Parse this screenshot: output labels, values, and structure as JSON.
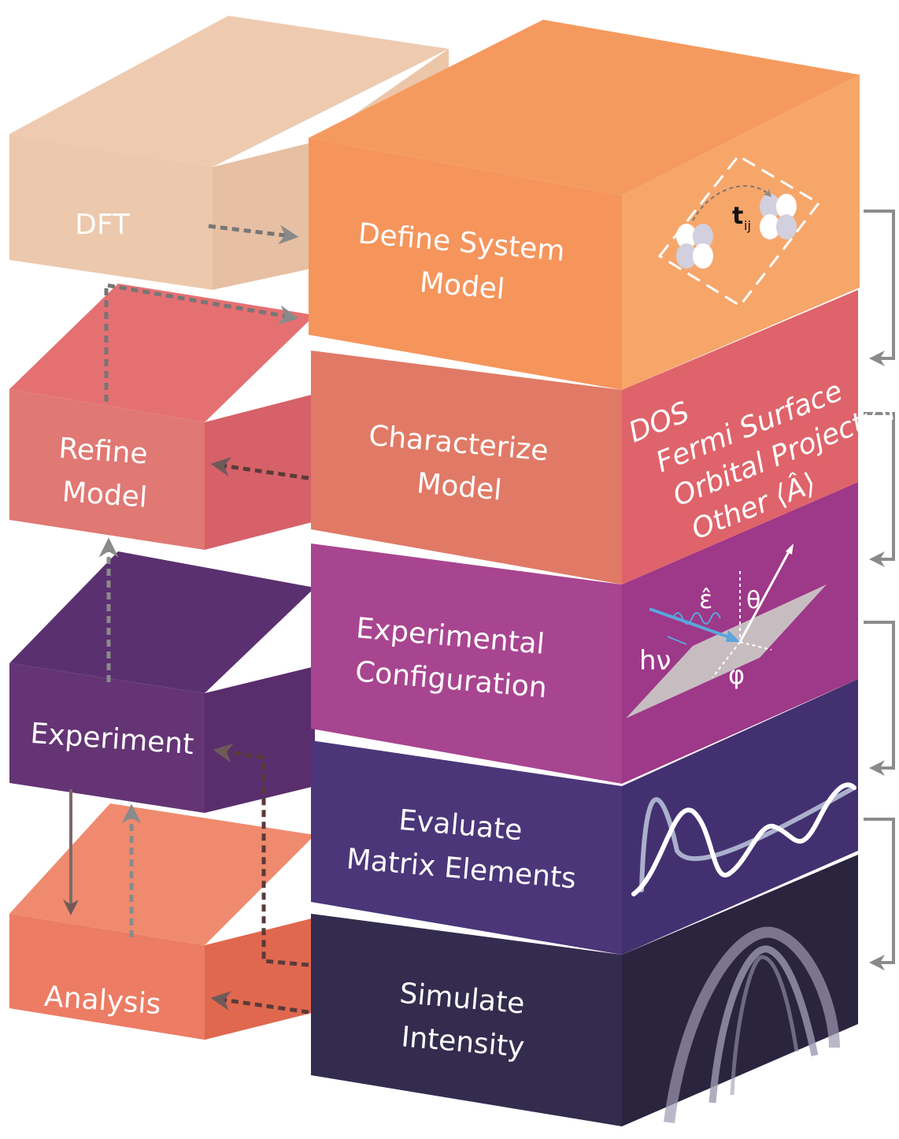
{
  "diagram": {
    "right_stack": [
      {
        "id": "define",
        "lines": [
          "Define System",
          "Model"
        ]
      },
      {
        "id": "characterize",
        "lines": [
          "Characterize",
          "Model"
        ]
      },
      {
        "id": "experimental",
        "lines": [
          "Experimental",
          "Configuration"
        ]
      },
      {
        "id": "evaluate",
        "lines": [
          "Evaluate",
          "Matrix Elements"
        ]
      },
      {
        "id": "simulate",
        "lines": [
          "Simulate",
          "Intensity"
        ]
      }
    ],
    "left_stack": [
      {
        "id": "dft",
        "lines": [
          "DFT"
        ]
      },
      {
        "id": "refine",
        "lines": [
          "Refine",
          "Model"
        ]
      },
      {
        "id": "experiment",
        "lines": [
          "Experiment"
        ]
      },
      {
        "id": "analysis",
        "lines": [
          "Analysis"
        ]
      }
    ],
    "observables": [
      "DOS",
      "Fermi Surface",
      "Orbital Projection",
      "Other ⟨Â⟩"
    ],
    "symbols": {
      "hopping": "t",
      "hopping_sub": "ij",
      "polarization": "ε̂",
      "theta": "θ",
      "phi": "φ",
      "photon": "hν"
    },
    "colors": {
      "define": "#f5955c",
      "characterize": "#e0706a",
      "experimental": "#a84590",
      "evaluate": "#4b3578",
      "simulate": "#332b4c",
      "dft": "#eab899",
      "refine": "#e07272",
      "experiment": "#653475",
      "analysis": "#ec7c64",
      "arrow": "#767676"
    }
  }
}
